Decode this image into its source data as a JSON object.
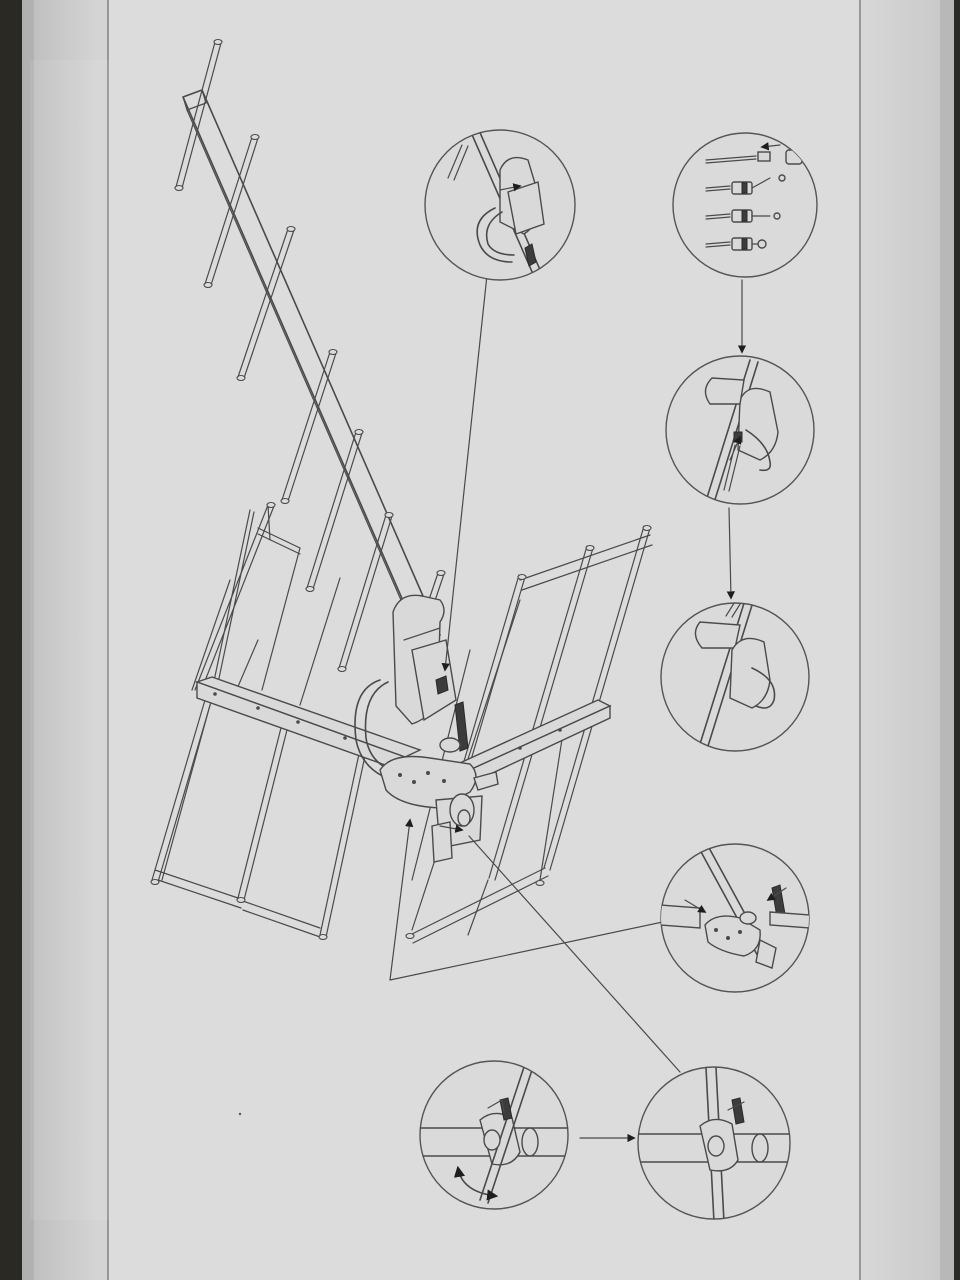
{
  "colors": {
    "background_surface": "#2b2924",
    "box_face": "#d6d6d6",
    "panel": "#dcdcdc",
    "line_ink": "#4a4a4a",
    "arrow_ink": "#1e1e1e"
  },
  "diagram": {
    "subject": "yagi-antenna-assembly",
    "detail_views": [
      {
        "id": "balun-clip-detail",
        "icon": "balun-clip-icon"
      },
      {
        "id": "coax-connector-prep-detail",
        "icon": "coax-connector-icon"
      },
      {
        "id": "balun-connection-detail",
        "icon": "balun-connector-icon"
      },
      {
        "id": "balun-closed-detail",
        "icon": "balun-closed-icon"
      },
      {
        "id": "reflector-mount-detail",
        "icon": "reflector-mount-icon"
      },
      {
        "id": "mast-clamp-rotate-detail",
        "icon": "rotate-clamp-icon"
      },
      {
        "id": "mast-clamp-fixed-detail",
        "icon": "fixed-clamp-icon"
      }
    ]
  }
}
